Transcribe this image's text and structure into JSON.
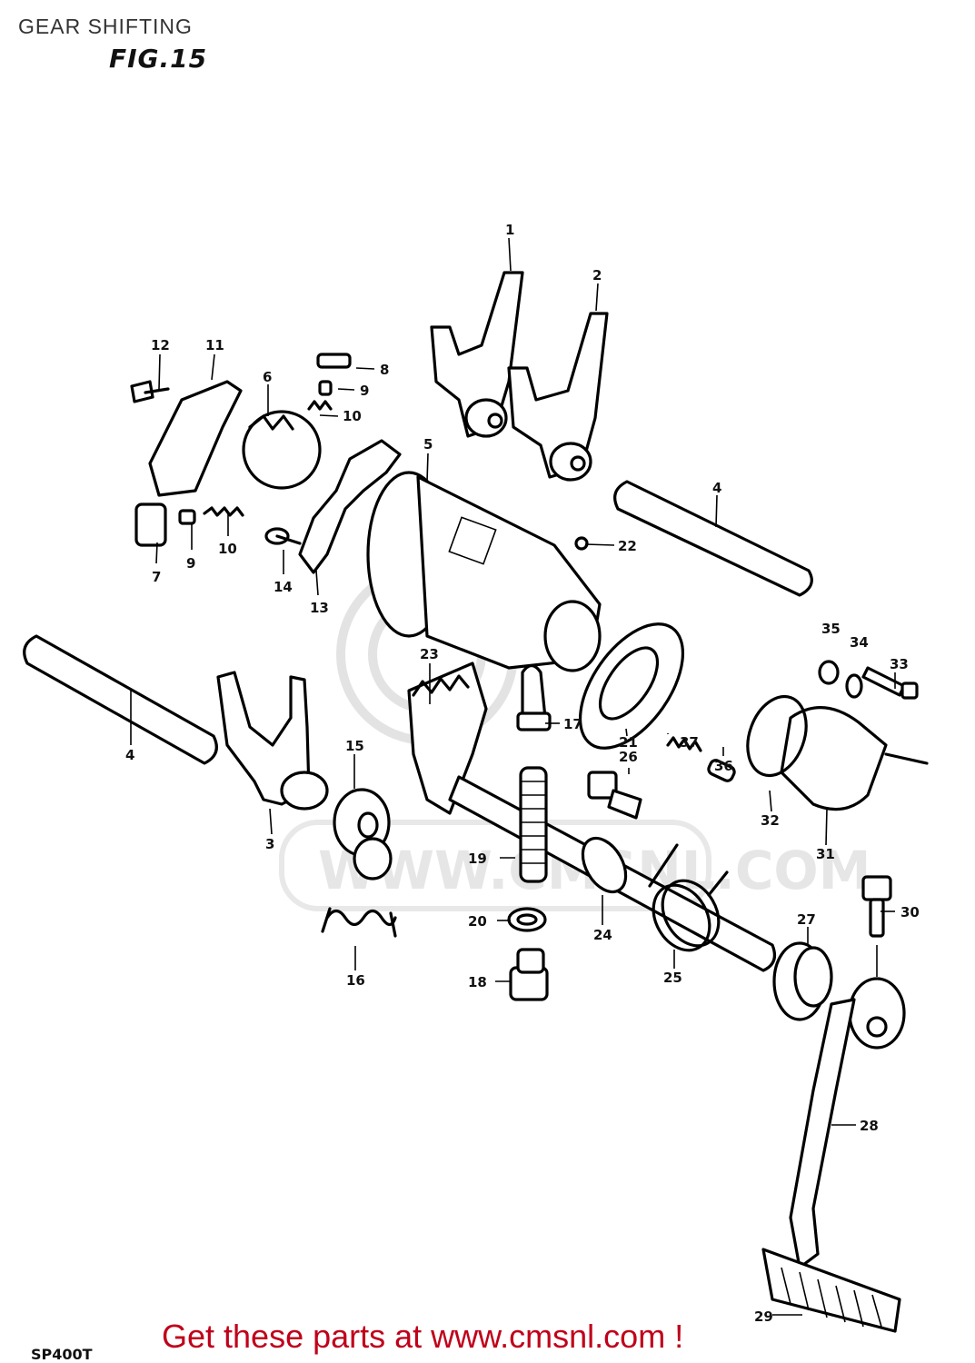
{
  "header": {
    "title": "GEAR SHIFTING",
    "figure": "FIG.15"
  },
  "footer": {
    "model_code": "SP400T",
    "promo": "Get these parts at www.cmsnl.com !"
  },
  "watermark": {
    "text": "WWW.CMSNL.COM"
  },
  "callouts": [
    "1",
    "2",
    "3",
    "4",
    "4",
    "5",
    "6",
    "7",
    "8",
    "9",
    "9",
    "10",
    "10",
    "11",
    "12",
    "13",
    "14",
    "15",
    "16",
    "17",
    "18",
    "19",
    "20",
    "21",
    "22",
    "23",
    "24",
    "25",
    "26",
    "27",
    "28",
    "29",
    "30",
    "31",
    "32",
    "33",
    "34",
    "35",
    "36",
    "37"
  ],
  "colors": {
    "promo": "#c0001a",
    "line": "#000000",
    "watermark": "#e3e3e3"
  }
}
